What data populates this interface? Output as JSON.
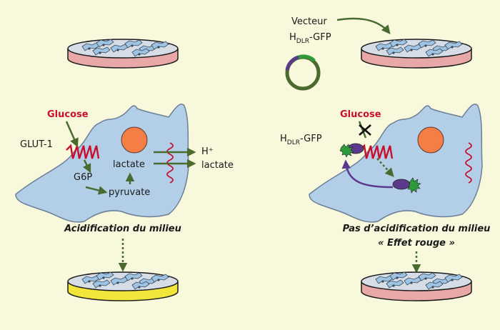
{
  "left": {
    "glucose": "Glucose",
    "glut1": "GLUT-1",
    "g6p": "G6P",
    "pyruvate": "pyruvate",
    "lactate_in": "lactate",
    "h_plus": "H⁺",
    "lactate_out": "lactate",
    "caption": "Acidification du milieu"
  },
  "right": {
    "vector_line1": "Vecteur",
    "vector_base": "H",
    "vector_sub": "DLR",
    "vector_suffix": "-GFP",
    "glucose": "Glucose",
    "hdlr_base": "H",
    "hdlr_sub": "DLR",
    "hdlr_suffix": "-GFP",
    "caption_line1": "Pas d’acidification du milieu",
    "caption_line2": "« Effet rouge »"
  },
  "colors": {
    "background": "#f8f8dc",
    "cell_fill": "#b3cfe8",
    "nucleus": "#f57e46",
    "transporter": "#c8102e",
    "glucose_text": "#c8102e",
    "arrow": "#4a6b2f",
    "medium_normal": "#e8a8a8",
    "medium_acid": "#f3e63a",
    "hdlr_purple": "#5b3a8c",
    "gfp_green": "#2e9a3a"
  }
}
